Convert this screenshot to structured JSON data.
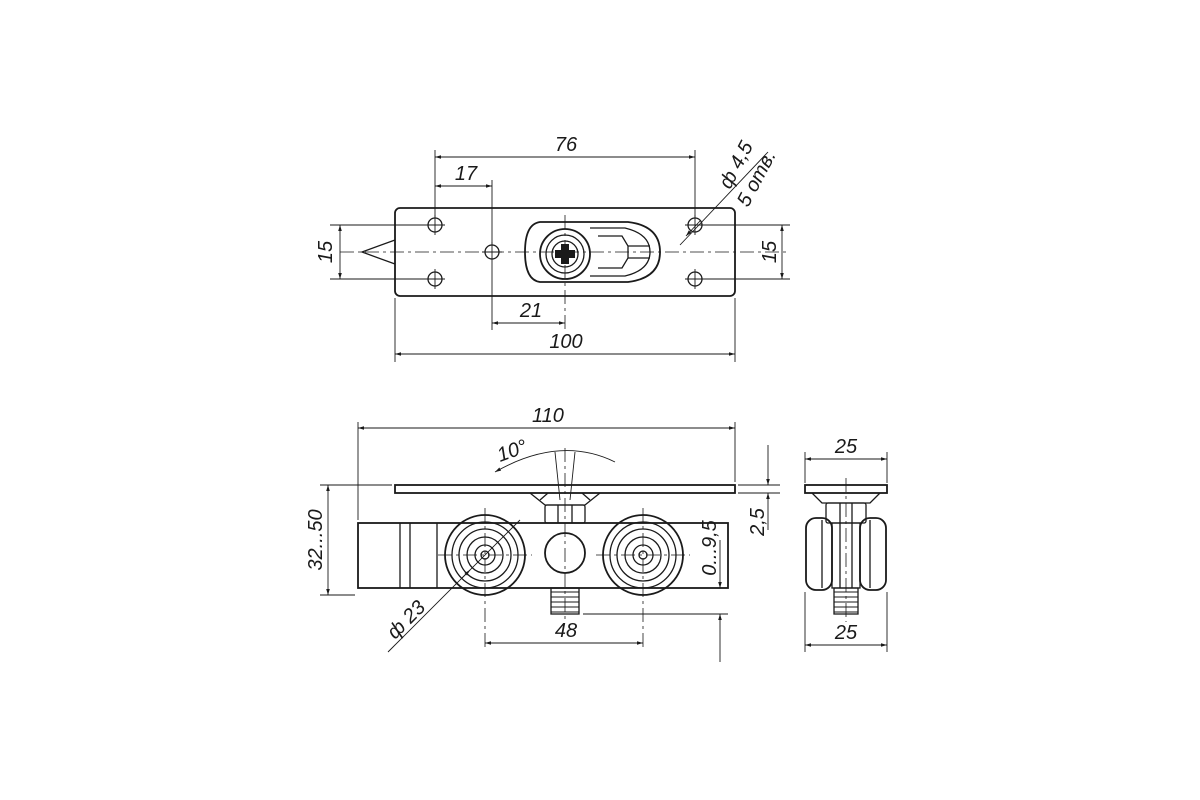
{
  "dimensions": {
    "top_view": {
      "d76": "76",
      "d17": "17",
      "hole_dia": "ф 4,5",
      "hole_count": "5 отв.",
      "d15_left": "15",
      "d15_right": "15",
      "d21": "21",
      "d100": "100"
    },
    "front_view": {
      "d110": "110",
      "angle10": "10°",
      "height_range": "32...50",
      "plate_thickness": "2,5",
      "adjust_range": "0...9,5",
      "wheel_dia": "ф 23",
      "wheel_spacing": "48"
    },
    "side_view": {
      "top_width": "25",
      "bottom_width": "25"
    }
  }
}
